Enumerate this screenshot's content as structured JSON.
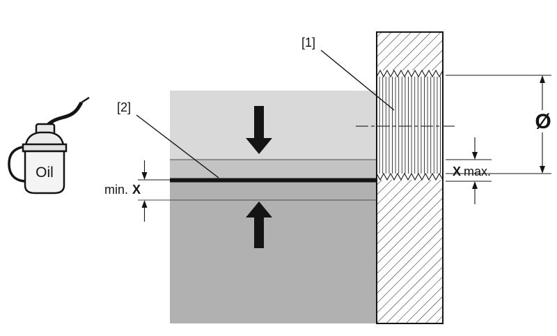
{
  "figure": {
    "callouts": {
      "ref1": "[1]",
      "ref2": "[2]"
    },
    "oil_can": {
      "label": "Oil"
    },
    "dimensions": {
      "min_label": "min.",
      "min_symbol": "X",
      "max_symbol": "X",
      "max_label": "max.",
      "diameter_symbol": "Ø"
    },
    "colors": {
      "panel_top": "#d9d9d9",
      "panel_mid": "#c3c3c3",
      "panel_bottom": "#b1b1b1",
      "ink": "#141414"
    }
  }
}
